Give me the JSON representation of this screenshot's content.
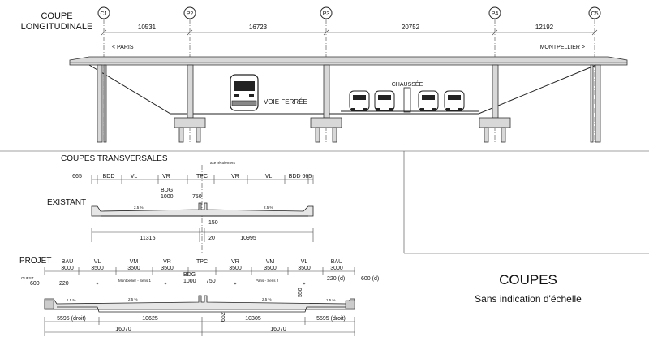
{
  "longitudinal": {
    "title_line1": "COUPE",
    "title_line2": "LONGITUDINALE",
    "supports": [
      "C1",
      "P2",
      "P3",
      "P4",
      "C5"
    ],
    "spans": [
      "10531",
      "16723",
      "20752",
      "12192"
    ],
    "dir_left": "< PARIS",
    "dir_right": "MONTPELLIER >",
    "railway_label": "VOIE FERRÉE",
    "road_label": "CHAUSSÉE"
  },
  "transverse": {
    "title": "COUPES TRANSVERSALES",
    "axis_note": "axe récolement",
    "existing": {
      "label": "EXISTANT",
      "top_labels": [
        "665",
        "BDD",
        "VL",
        "VR",
        "TPC",
        "VR",
        "VL",
        "BDD 665"
      ],
      "bdg": "BDG",
      "bdg_value": "1000",
      "tpc_width": "750",
      "slope_left": "2.5 %",
      "slope_right": "2.5 %",
      "gap": "150",
      "dims": [
        "11315",
        "20",
        "10995"
      ]
    },
    "project": {
      "label": "PROJET",
      "lanes": [
        {
          "name": "BAU",
          "width": "3000"
        },
        {
          "name": "VL",
          "width": "3500"
        },
        {
          "name": "VM",
          "width": "3500"
        },
        {
          "name": "VR",
          "width": "3500"
        },
        {
          "name": "TPC",
          "width": ""
        },
        {
          "name": "VR",
          "width": "3500"
        },
        {
          "name": "VM",
          "width": "3500"
        },
        {
          "name": "VL",
          "width": "3500"
        },
        {
          "name": "BAU",
          "width": "3000"
        }
      ],
      "ouest": "OUEST",
      "left_edge": "600",
      "left_offset": "220",
      "bdg": "BDG",
      "bdg_value": "1000",
      "tpc_width": "750",
      "right_offset": "220 (d)",
      "right_edge": "600 (d)",
      "carriage_left": "Montpellier - Sens 1",
      "carriage_right": "Paris - Sens 2",
      "slope_outer_left": "1.5 %",
      "slope_left": "2.5 %",
      "slope_right": "2.5 %",
      "slope_outer_right": "1.5 %",
      "height_right": "550",
      "height_center": "662",
      "dims_row1": [
        "5595 (droit)",
        "10625",
        "10305",
        "5595 (droit)"
      ],
      "dims_row2": [
        "16070",
        "16070"
      ]
    }
  },
  "info": {
    "title": "COUPES",
    "subtitle": "Sans indication d'échelle"
  }
}
